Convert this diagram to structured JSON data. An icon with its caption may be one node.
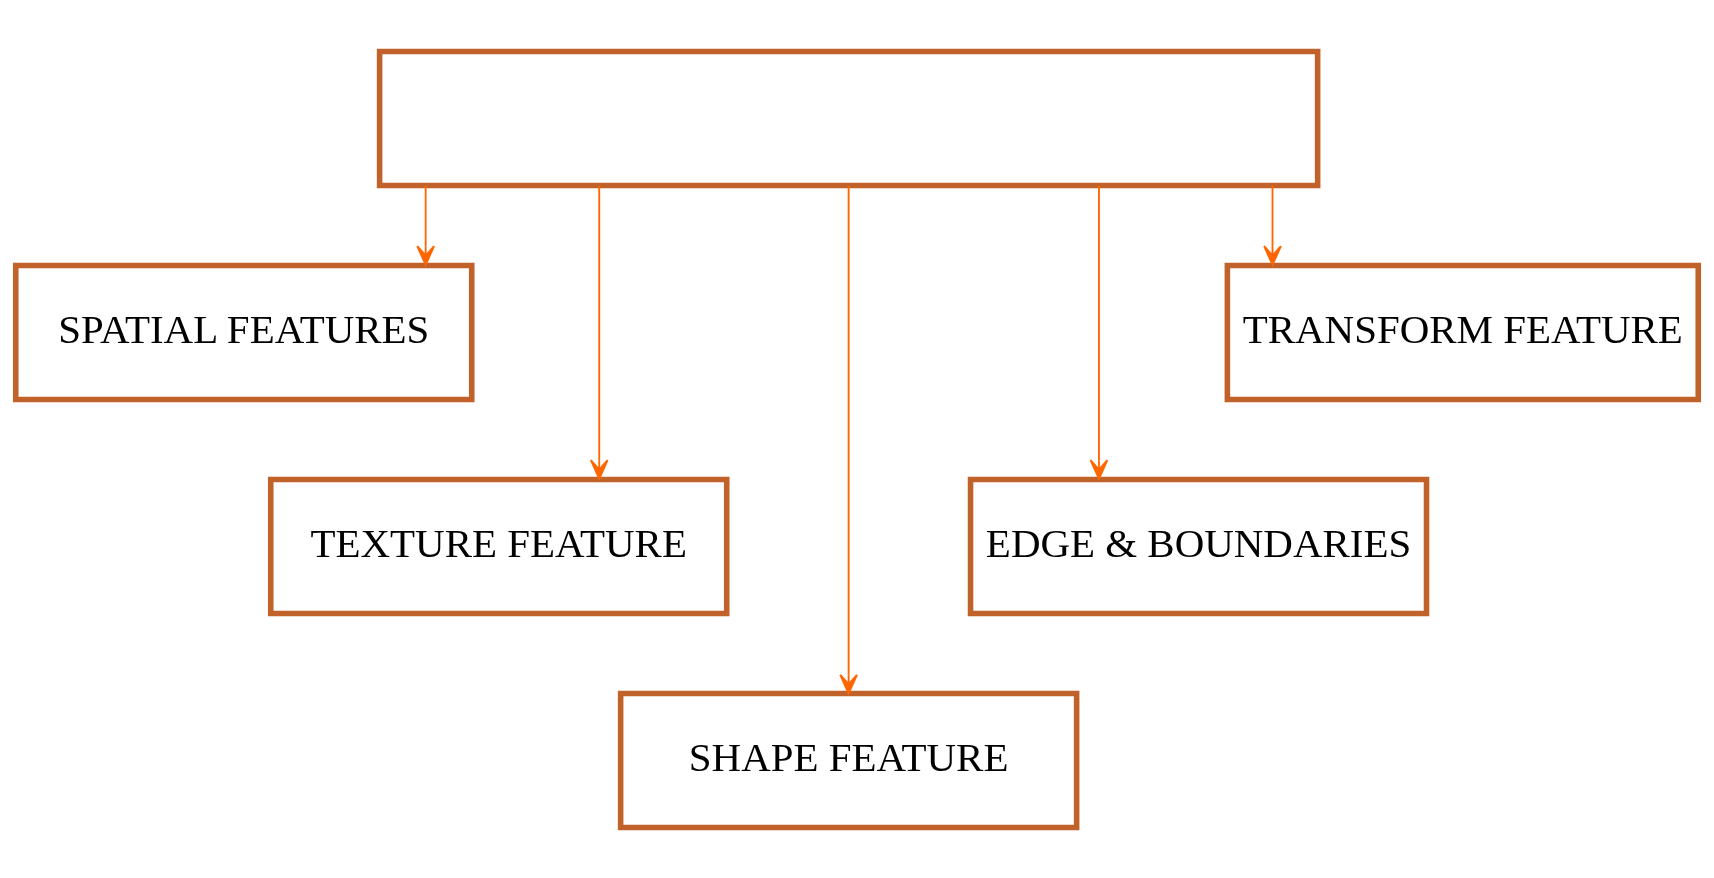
{
  "diagram": {
    "nodes": [
      {
        "text": [],
        "shape": "box"
      },
      {
        "text": [
          "SPATIAL FEATURES"
        ]
      },
      {
        "text": [
          "TRANSFORM FEATURE"
        ]
      },
      {
        "text": [
          "TEXTURE FEATURE"
        ]
      },
      {
        "text": [
          "EDGE & BOUNDARIES"
        ]
      },
      {
        "text": [
          "SHAPE FEATURE"
        ]
      }
    ],
    "edges": [
      {
        "from": 0,
        "to": 1,
        "arrow": "to"
      },
      {
        "from": 0,
        "to": 2,
        "arrow": "to"
      },
      {
        "from": 0,
        "to": 3,
        "arrow": "to"
      },
      {
        "from": 0,
        "to": 4,
        "arrow": "to"
      },
      {
        "from": 0,
        "to": 5,
        "arrow": "to"
      }
    ]
  }
}
